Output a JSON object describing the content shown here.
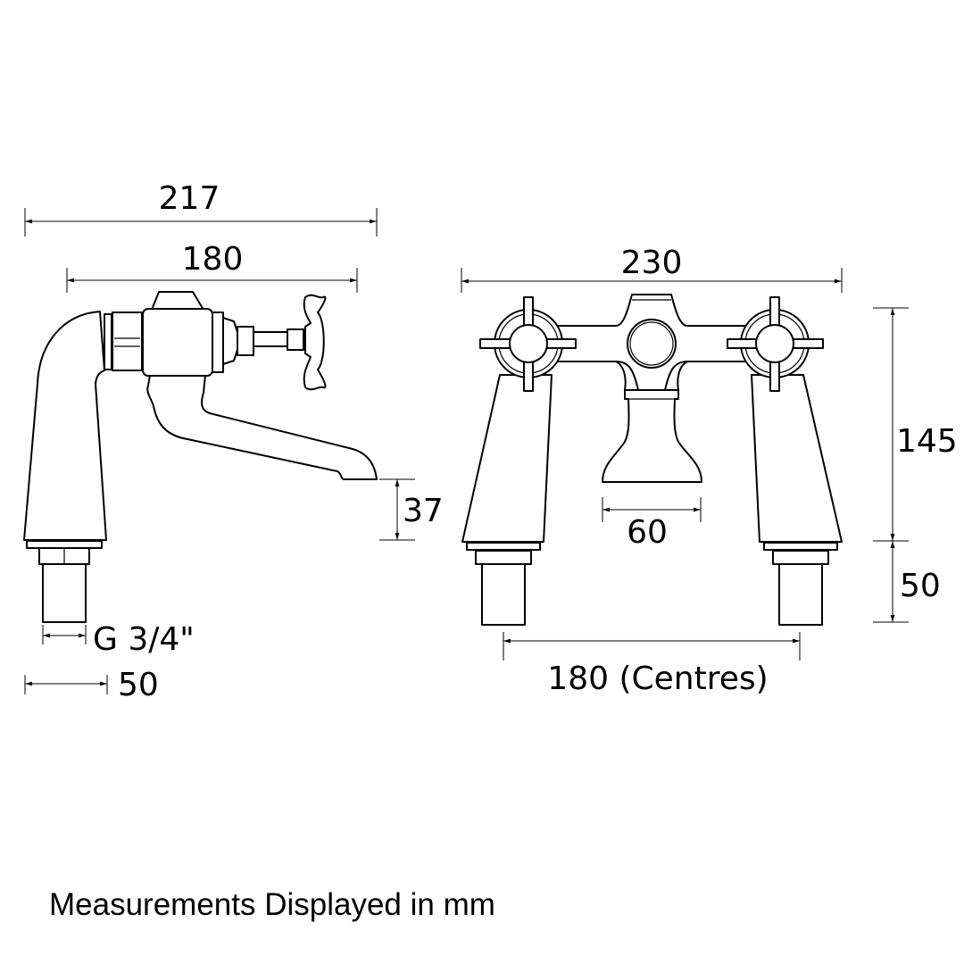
{
  "dimensions": {
    "side_overall_width": "217",
    "side_spout_width": "180",
    "spout_height": "37",
    "thread": "G 3/4\"",
    "base_width": "50",
    "front_overall_width": "230",
    "front_height": "145",
    "tail_length": "50",
    "outlet_width": "60",
    "centres": "180 (Centres)"
  },
  "footer": "Measurements Displayed in mm"
}
